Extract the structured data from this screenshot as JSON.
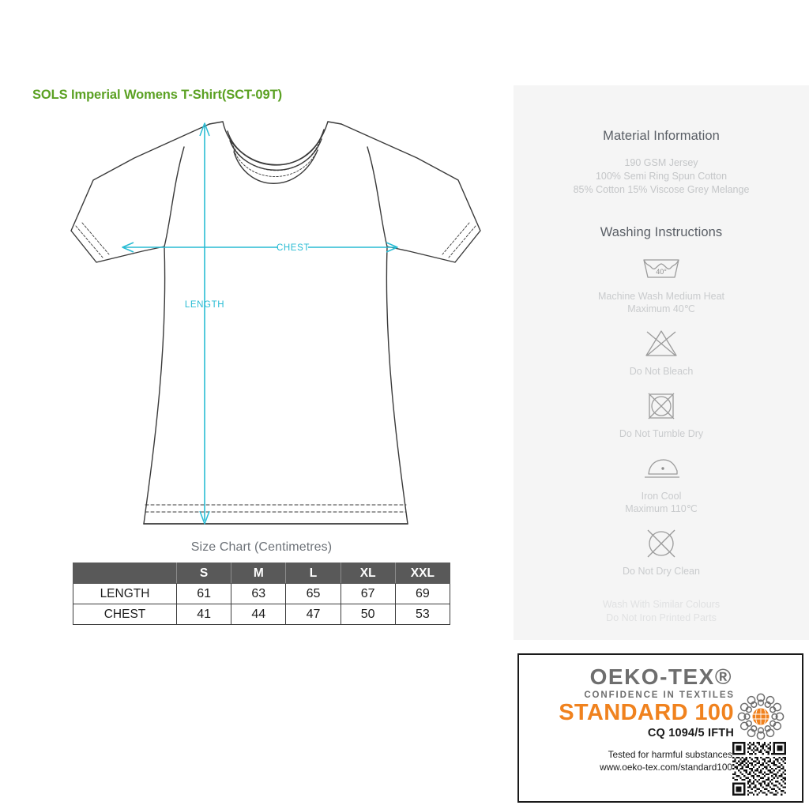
{
  "product": {
    "title": "SOLS Imperial Womens T-Shirt(SCT-09T)",
    "title_color": "#5ba123"
  },
  "diagram": {
    "measure_color": "#29bcd4",
    "outline_color": "#3a3a3a",
    "chest_label": "CHEST",
    "length_label": "LENGTH"
  },
  "size_chart": {
    "title": "Size Chart (Centimetres)",
    "corner_label": "",
    "header_bg": "#595959",
    "columns": [
      "S",
      "M",
      "L",
      "XL",
      "XXL"
    ],
    "rows": [
      {
        "label": "LENGTH",
        "values": [
          "61",
          "63",
          "65",
          "67",
          "69"
        ]
      },
      {
        "label": "CHEST",
        "values": [
          "41",
          "44",
          "47",
          "50",
          "53"
        ]
      }
    ]
  },
  "material": {
    "heading": "Material Information",
    "line1": "190 GSM Jersey",
    "line2": "100% Semi Ring Spun Cotton",
    "line3": "85% Cotton 15% Viscose Grey Melange"
  },
  "washing": {
    "heading": "Washing Instructions",
    "items": [
      {
        "icon": "machine-wash-40-icon",
        "temp": "40°",
        "line1": "Machine Wash Medium Heat",
        "line2": "Maximum 40℃"
      },
      {
        "icon": "do-not-bleach-icon",
        "line1": "Do Not Bleach",
        "line2": ""
      },
      {
        "icon": "do-not-tumble-dry-icon",
        "line1": "Do Not Tumble Dry",
        "line2": ""
      },
      {
        "icon": "iron-cool-icon",
        "line1": "Iron Cool",
        "line2": "Maximum 110℃"
      },
      {
        "icon": "do-not-dry-clean-icon",
        "line1": "Do Not Dry Clean",
        "line2": ""
      }
    ],
    "footer_line1": "Wash With Similar Colours",
    "footer_line2": "Do Not Iron Printed Parts"
  },
  "oekotex": {
    "name": "OEKO-TEX®",
    "tagline": "CONFIDENCE IN TEXTILES",
    "standard": "STANDARD 100",
    "certificate": "CQ 1094/5 IFTH",
    "sub_line1": "Tested for harmful substances",
    "sub_line2": "www.oeko-tex.com/standard100",
    "orange": "#f0821e",
    "gray": "#6e6e6e"
  }
}
